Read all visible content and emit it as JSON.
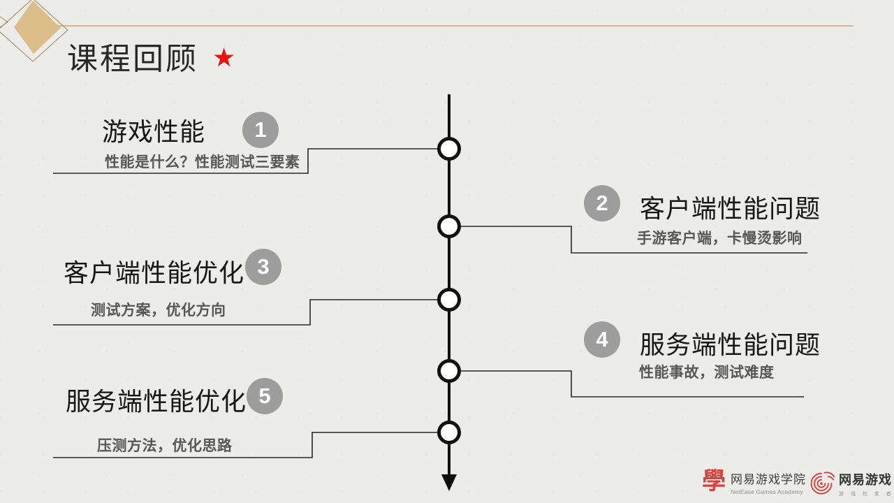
{
  "slide": {
    "title": "课程回顾",
    "star": "★"
  },
  "timeline": {
    "items": [
      {
        "num": "1",
        "side": "left",
        "title": "游戏性能",
        "subtitle": "性能是什么？性能测试三要素"
      },
      {
        "num": "2",
        "side": "right",
        "title": "客户端性能问题",
        "subtitle": "手游客户端，卡慢烫影响"
      },
      {
        "num": "3",
        "side": "left",
        "title": "客户端性能优化",
        "subtitle": "测试方案，优化方向"
      },
      {
        "num": "4",
        "side": "right",
        "title": "服务端性能问题",
        "subtitle": "性能事故，测试难度"
      },
      {
        "num": "5",
        "side": "left",
        "title": "服务端性能优化",
        "subtitle": "压测方法，优化思路"
      }
    ]
  },
  "footer": {
    "academy": {
      "icon_glyph": "學",
      "name_cn": "网易游戏学院",
      "name_en": "NetEase Games Academy"
    },
    "netease": {
      "name_cn": "网易游戏",
      "tagline": "游 戏 热 爱 者"
    }
  },
  "colors": {
    "background": "#ececea",
    "gold_diamond": "#dcbe8b",
    "gold_line": "#c3a876",
    "star_red": "#ec1111",
    "number_circle_gray": "#9d9d9d",
    "timeline_black": "#0f0f0f",
    "subtitle_gray": "#575757",
    "logo_red": "#d9423a"
  }
}
